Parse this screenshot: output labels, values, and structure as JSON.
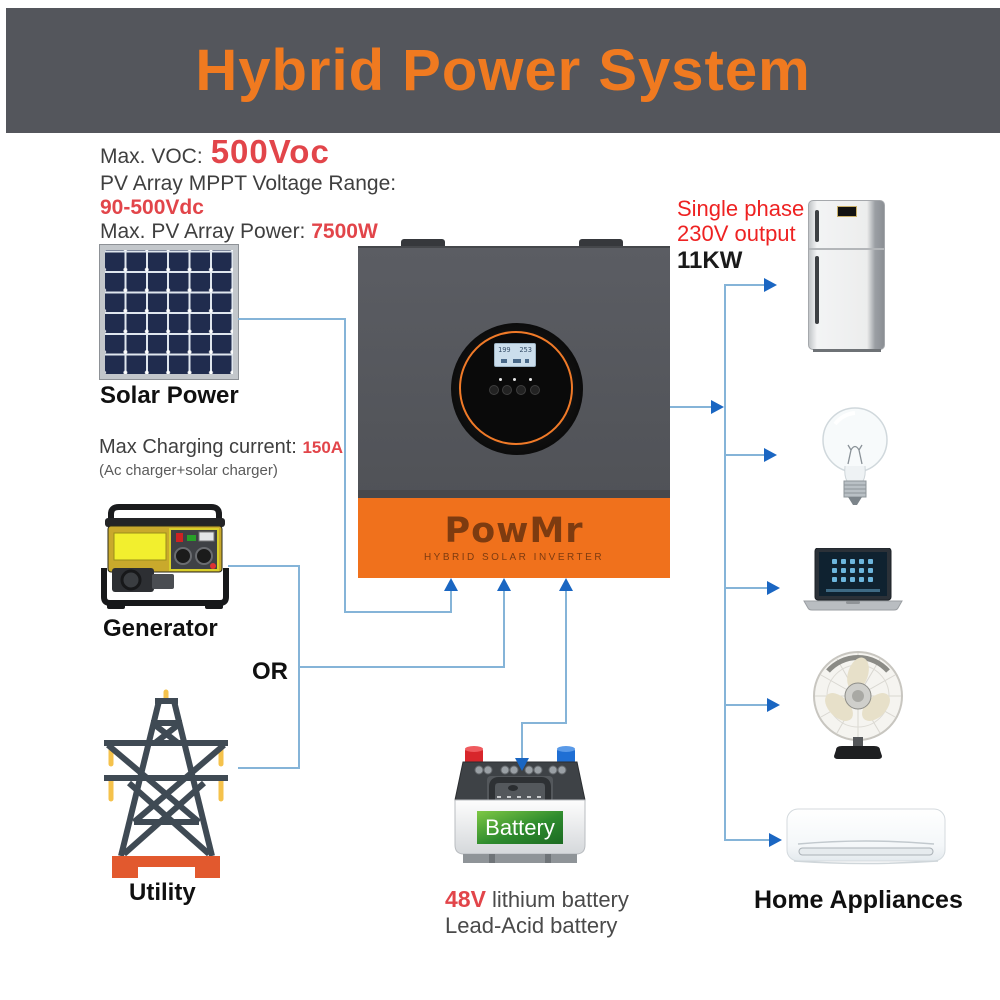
{
  "banner": {
    "title": "Hybrid Power System"
  },
  "specs": {
    "voc_label": "Max. VOC:",
    "voc_value": "500Voc",
    "mppt_label": "PV Array MPPT Voltage Range:",
    "mppt_value": "90-500Vdc",
    "power_label": "Max. PV Array Power:",
    "power_value": "7500W",
    "charge_label": "Max Charging current:",
    "charge_value": "150A",
    "charge_note": "(Ac charger+solar charger)"
  },
  "sources": {
    "solar": "Solar Power",
    "generator": "Generator",
    "or": "OR",
    "utility": "Utility"
  },
  "inverter": {
    "brand": "PowMr",
    "tagline": "HYBRID SOLAR INVERTER",
    "lcd_left": "199",
    "lcd_right": "253"
  },
  "output": {
    "phase_line1": "Single phase",
    "phase_line2": "230V output",
    "power": "11KW",
    "label": "Home Appliances"
  },
  "battery": {
    "badge": "Battery",
    "voltage": "48V",
    "type1": "lithium battery",
    "type2": "Lead-Acid battery"
  },
  "colors": {
    "banner_bg": "#54565c",
    "brand_orange": "#f0711c",
    "highlight_red": "#e2454a",
    "output_red": "#ee2222",
    "line_blue": "#85b4d8",
    "arrow_blue": "#1a66c2",
    "battery_green": "#2e8b2e"
  }
}
